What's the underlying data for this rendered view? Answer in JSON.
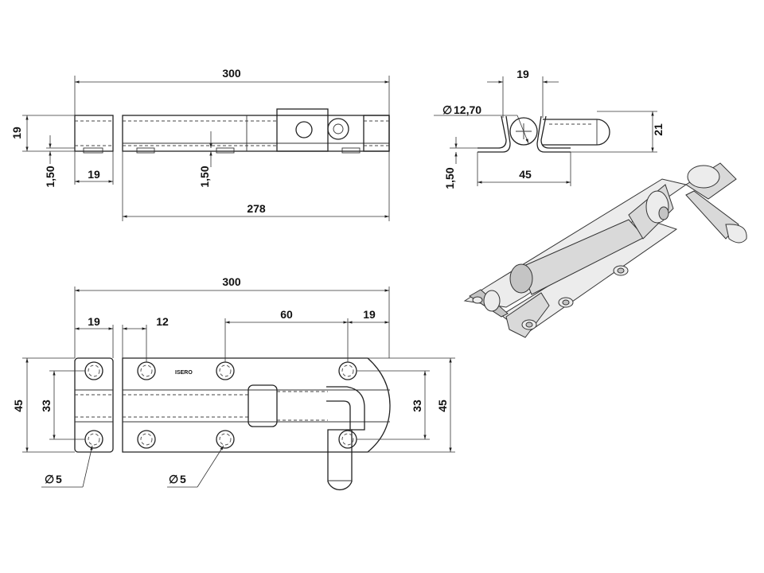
{
  "top_view": {
    "overall_length": "300",
    "height": "19",
    "thickness_left": "1,50",
    "plate_width": "19",
    "thickness_mid": "1,50",
    "inner_length": "278"
  },
  "side_view": {
    "width": "19",
    "diameter": "12,70",
    "height": "21",
    "thickness": "1,50",
    "base_width": "45"
  },
  "front_view": {
    "overall_length": "300",
    "left_plate": "19",
    "hole_offset": "12",
    "hole_spacing": "60",
    "right_plate": "19",
    "height_left": "45",
    "hole_pitch_left": "33",
    "hole_pitch_right": "33",
    "height_right": "45",
    "hole_dia_left": "5",
    "hole_dia_mid": "5",
    "brand": "ISERO",
    "dia_symbol": "∅"
  },
  "colors": {
    "line": "#222222",
    "shade": "#d9d9d9",
    "background": "#ffffff"
  }
}
